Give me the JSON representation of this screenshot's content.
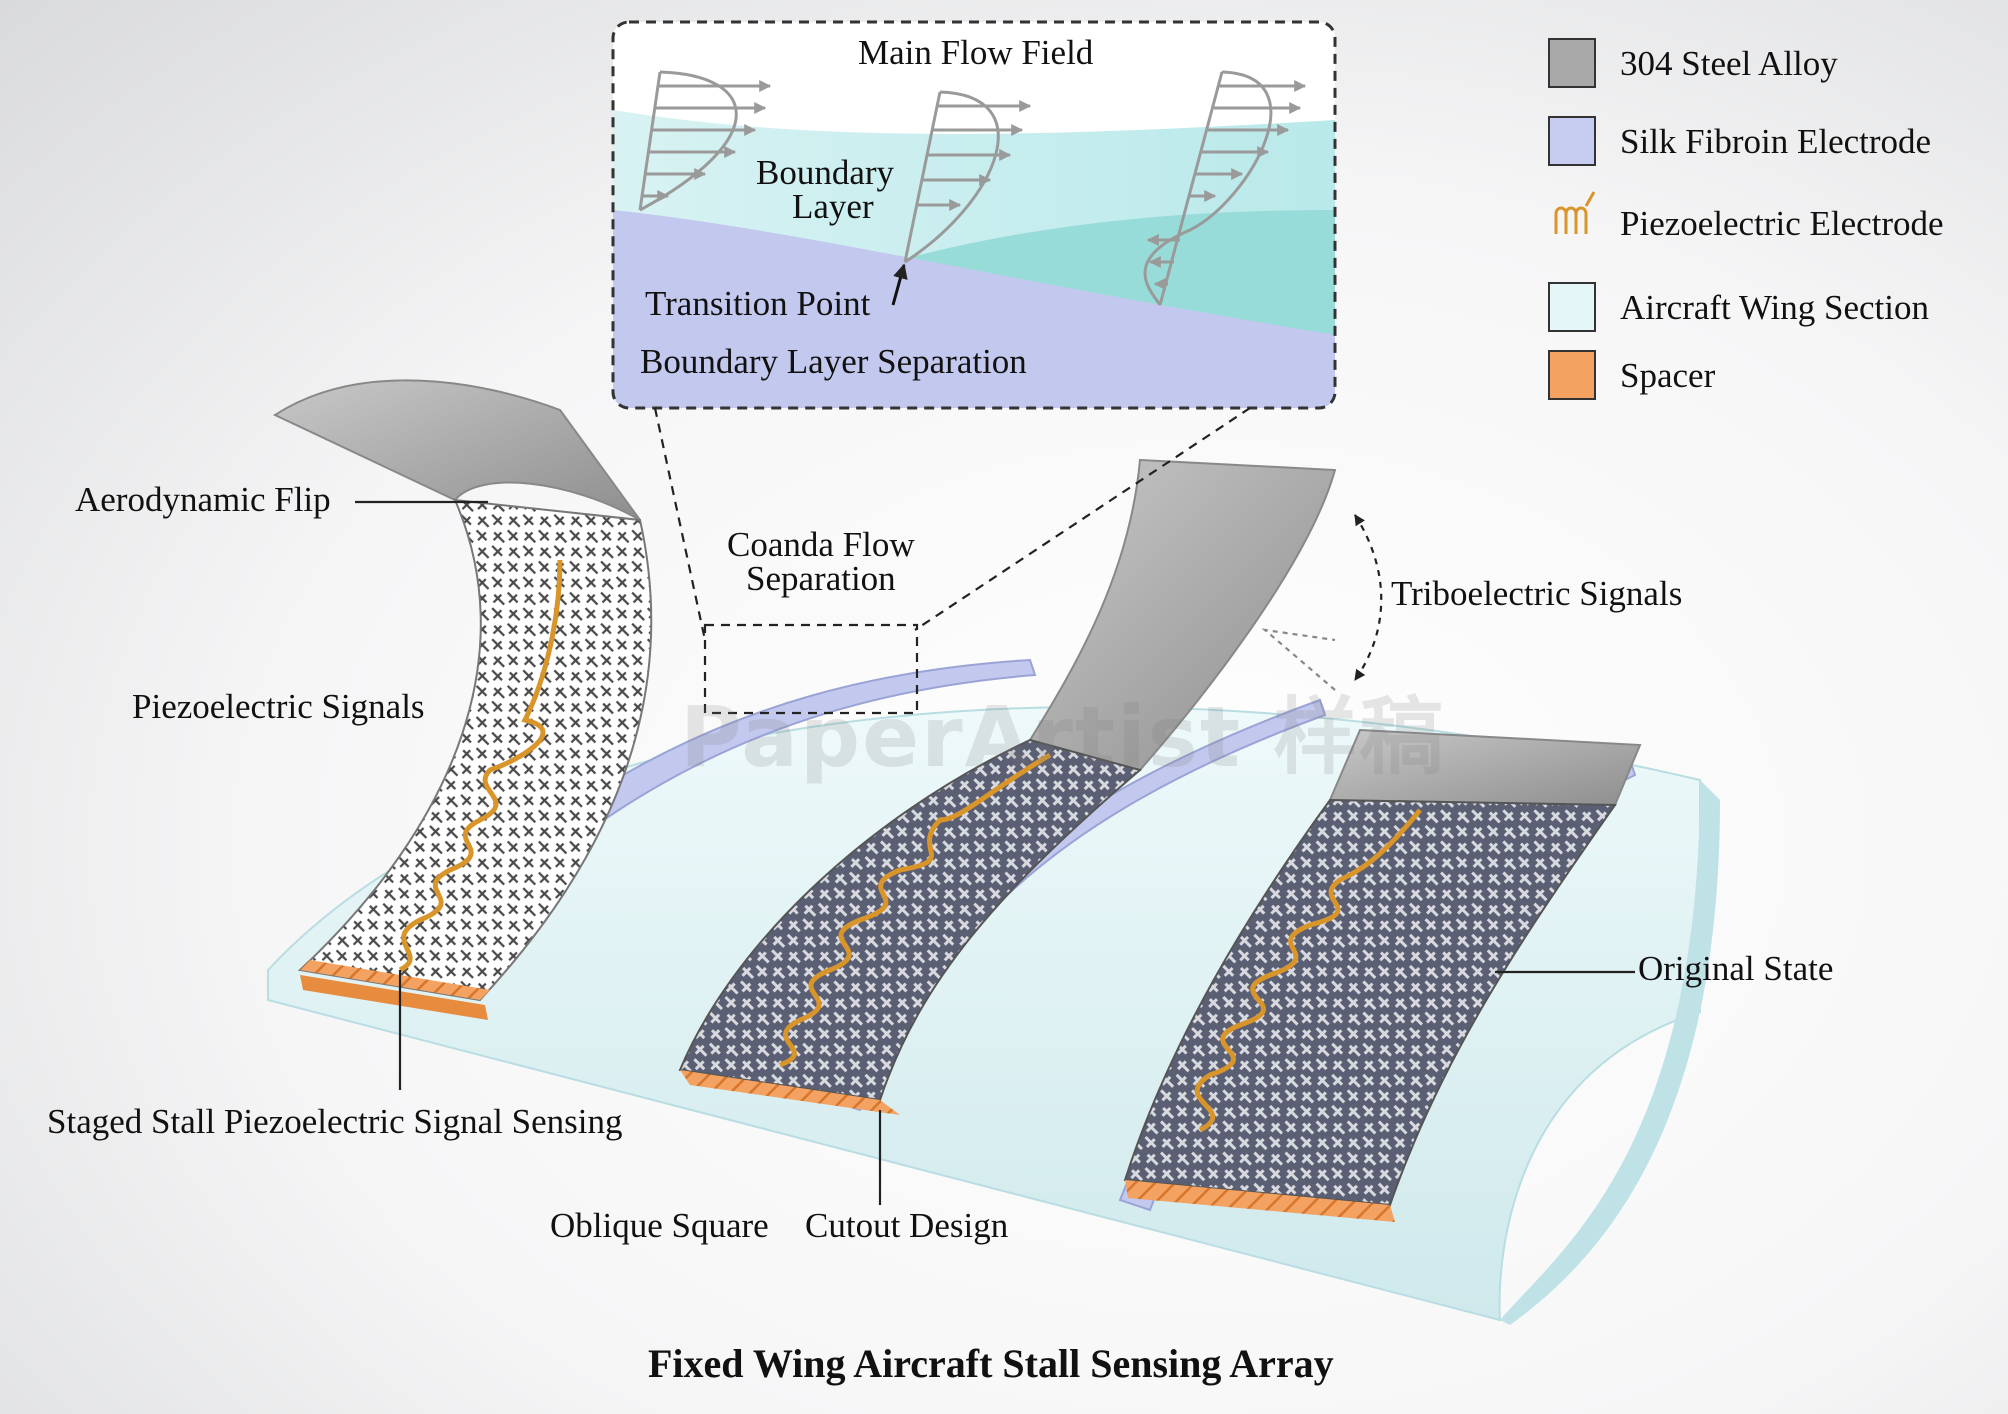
{
  "inset": {
    "main_flow_field": "Main Flow Field",
    "boundary_layer_line1": "Boundary",
    "boundary_layer_line2": "Layer",
    "transition_point": "Transition Point",
    "boundary_layer_separation": "Boundary Layer Separation"
  },
  "legend": [
    {
      "label": "304 Steel Alloy",
      "color": "#a9a9a9"
    },
    {
      "label": "Silk Fibroin Electrode",
      "color": "#c7cdf0"
    },
    {
      "label": "Piezoelectric Electrode",
      "color": "#d9952a",
      "icon": "serpentine-electrode-icon"
    },
    {
      "label": "Aircraft Wing Section",
      "color": "#e4f6f8"
    },
    {
      "label": "Spacer",
      "color": "#f4a261"
    }
  ],
  "labels": {
    "aerodynamic_flip": "Aerodynamic Flip",
    "piezoelectric_signals": "Piezoelectric Signals",
    "coanda_line1": "Coanda Flow",
    "coanda_line2": "Separation",
    "triboelectric_signals": "Triboelectric Signals",
    "original_state": "Original State",
    "staged_stall": "Staged Stall Piezoelectric Signal Sensing",
    "oblique_square": "Oblique Square",
    "cutout_design": "Cutout Design"
  },
  "watermark": "PaperArtist 样稿",
  "title": "Fixed Wing Aircraft Stall Sensing Array",
  "colors": {
    "steel": "#a9a9a9",
    "silk": "#c3c9ee",
    "electrode": "#d9952a",
    "wing": "#e4f6f8",
    "spacer": "#f4a261",
    "flow_light": "#cdeff0",
    "flow_teal": "#8fd8d6"
  }
}
